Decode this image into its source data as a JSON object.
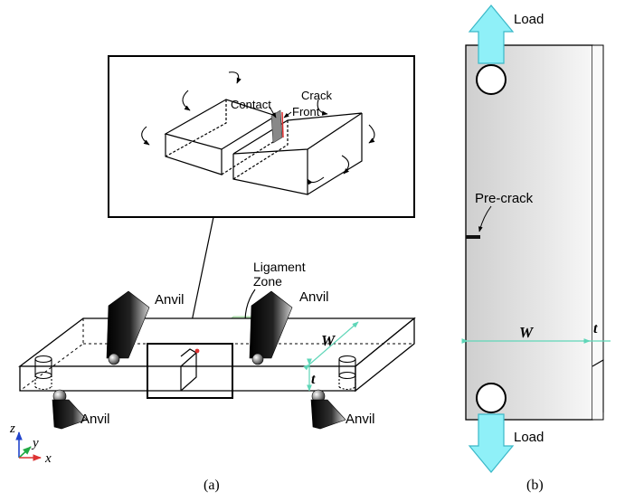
{
  "panel_a": {
    "inset": {
      "contact_label": "Contact",
      "crack_label_line1": "Crack",
      "crack_label_line2": "Front"
    },
    "ligament_label_line1": "Ligament",
    "ligament_label_line2": "Zone",
    "anvil_label": "Anvil",
    "width_label": "W",
    "thickness_label": "t",
    "axes": {
      "z": "z",
      "y": "y",
      "x": "x"
    },
    "caption": "(a)"
  },
  "panel_b": {
    "load_label": "Load",
    "precrack_label": "Pre-crack",
    "width_label": "W",
    "thickness_label": "t",
    "caption": "(b)"
  },
  "colors": {
    "arrow_fill": "#8ff0f8",
    "arrow_stroke": "#3ab8c8",
    "ligament_fill": "#c8ecc4",
    "dimension_line": "#5fd6b8",
    "crack_front": "#e03030",
    "axis_z": "#2244cc",
    "axis_y": "#22aa44",
    "axis_x": "#dd3333"
  }
}
